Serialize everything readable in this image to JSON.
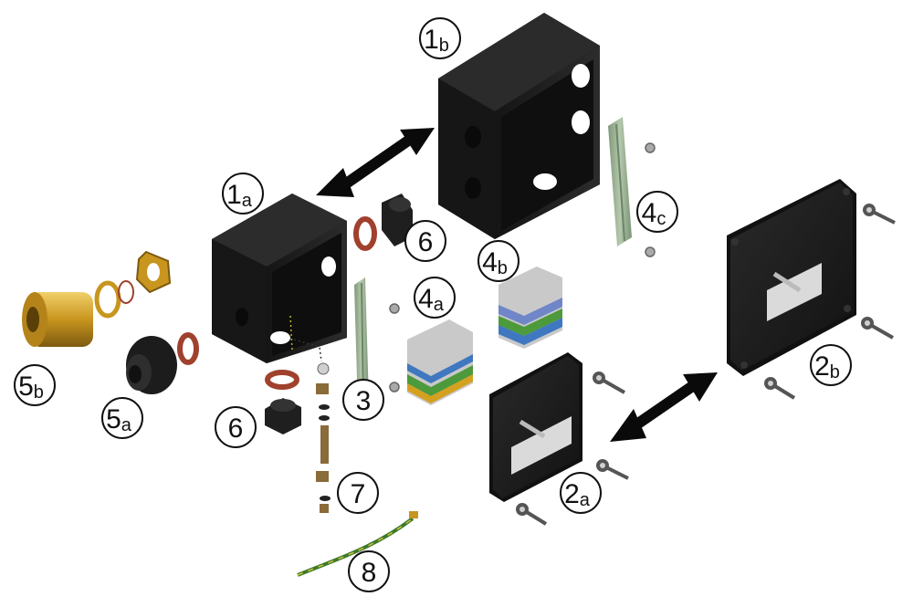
{
  "labels": {
    "l1a": {
      "main": "1",
      "sub": "a"
    },
    "l1b": {
      "main": "1",
      "sub": "b"
    },
    "l2a": {
      "main": "2",
      "sub": "a"
    },
    "l2b": {
      "main": "2",
      "sub": "b"
    },
    "l3": {
      "main": "3",
      "sub": ""
    },
    "l4a": {
      "main": "4",
      "sub": "a"
    },
    "l4b": {
      "main": "4",
      "sub": "b"
    },
    "l4c": {
      "main": "4",
      "sub": "c"
    },
    "l5a": {
      "main": "5",
      "sub": "a"
    },
    "l5b": {
      "main": "5",
      "sub": "b"
    },
    "l6top": {
      "main": "6",
      "sub": ""
    },
    "l6bot": {
      "main": "6",
      "sub": ""
    },
    "l7": {
      "main": "7",
      "sub": ""
    },
    "l8": {
      "main": "8",
      "sub": ""
    }
  },
  "colors": {
    "housing": "#202020",
    "housing_edge": "#3a3a3a",
    "rail": "#8fa88a",
    "gasket": "#a0412e",
    "brass": "#c8951e",
    "gland": "#1c1c1c",
    "arrow": "#0a0a0a",
    "label_stroke": "#111111",
    "cable_green": "#3c7a2c"
  }
}
